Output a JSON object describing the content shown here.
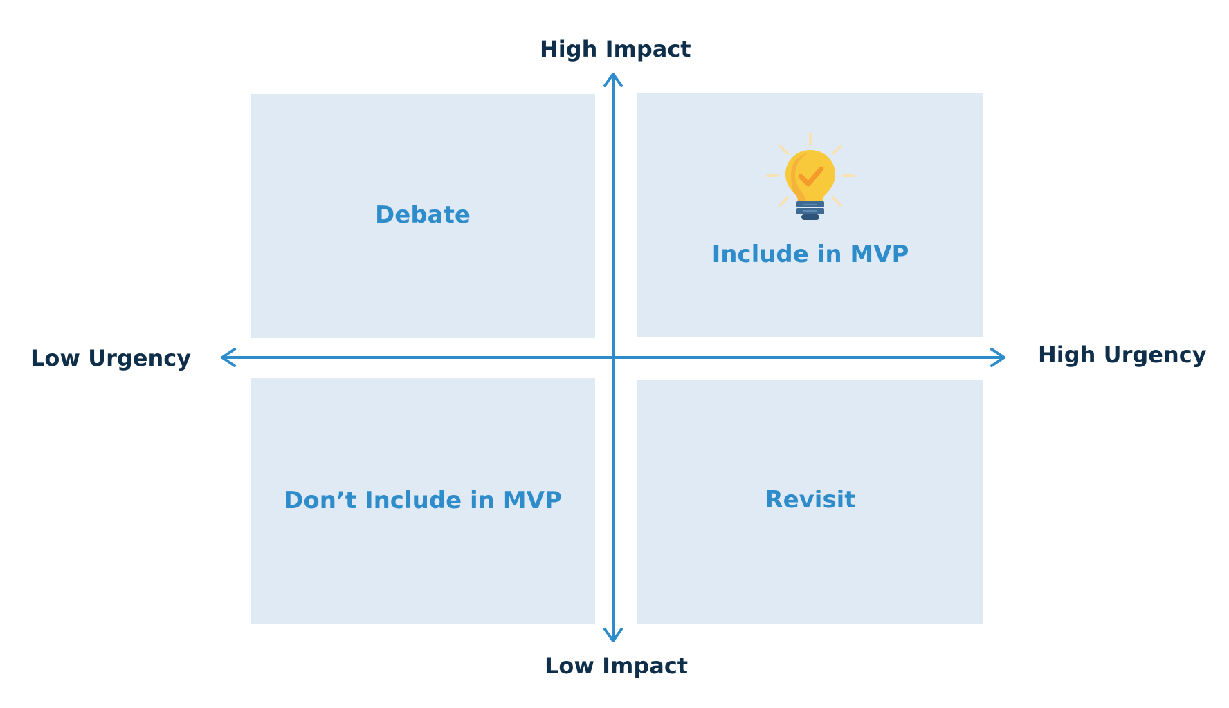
{
  "axes": {
    "top": "High Impact",
    "bottom": "Low Impact",
    "left": "Low Urgency",
    "right": "High Urgency",
    "color": "#2f8ccb",
    "label_color": "#0e2e4a"
  },
  "quadrants": {
    "top_left": {
      "label": "Debate"
    },
    "top_right": {
      "label": "Include in MVP",
      "icon": "lightbulb-check-icon"
    },
    "bottom_left": {
      "label": "Don’t Include in MVP"
    },
    "bottom_right": {
      "label": "Revisit"
    },
    "fill": "#dfeaf5",
    "label_color": "#2f8ccb"
  }
}
